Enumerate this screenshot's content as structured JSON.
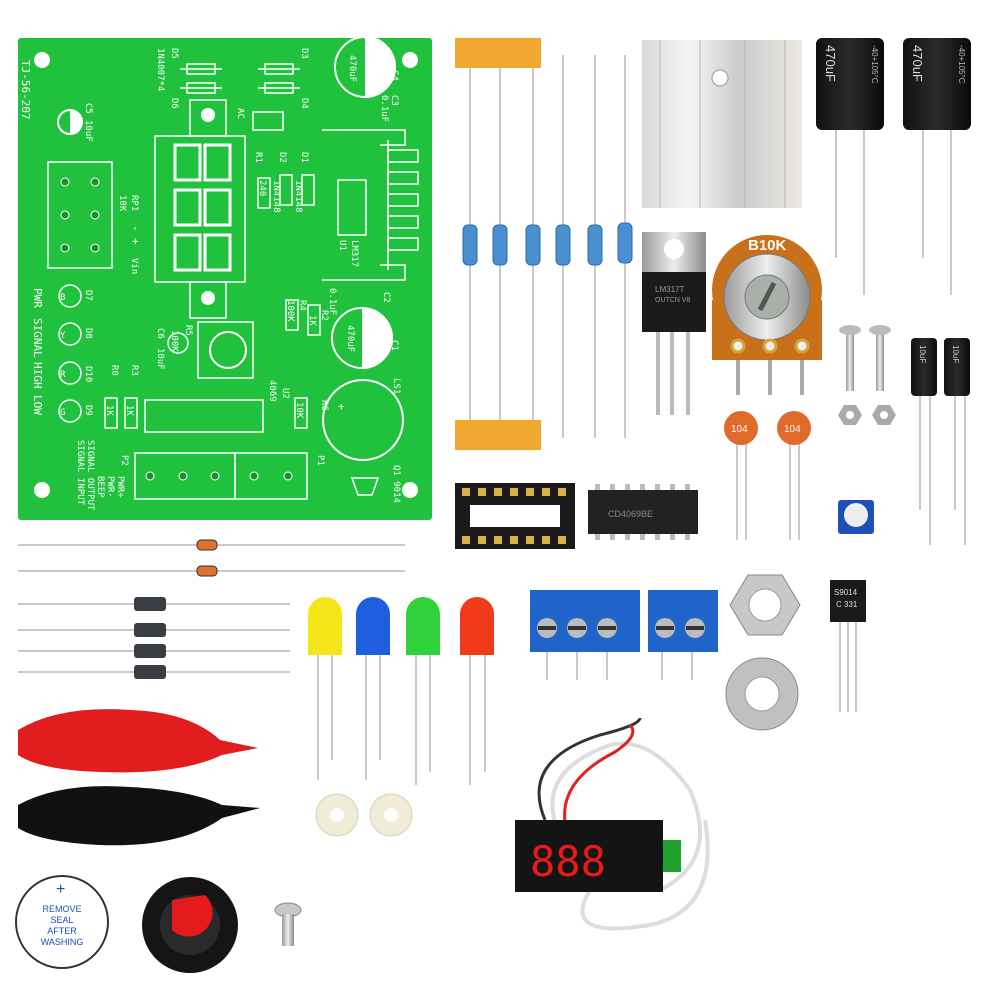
{
  "pcb": {
    "board_id": "TJ-56-207",
    "labels": {
      "d5": "D5",
      "d6": "D6",
      "diode_part": "1N4007*4",
      "d3": "D3",
      "d4": "D4",
      "c4": "C4",
      "c4_value": "470uF",
      "c3": "C3",
      "c3_value": "0.1uF",
      "c5": "C5",
      "c5_value": "10uF",
      "ac": "AC",
      "r1": "R1",
      "r1_value": "240",
      "d2": "D2",
      "d1": "D1",
      "d_part": "1N4148",
      "rp1": "RP1",
      "rp1_value": "10K",
      "minus": "-",
      "plus": "+",
      "vin": "Vin",
      "u1": "U1",
      "u1_part": "LM317",
      "pwr": "PWR",
      "signal": "SIGNAL",
      "high": "HIGH",
      "low": "LOW",
      "d7": "D7",
      "d8": "D8",
      "d10": "D10",
      "d9": "D9",
      "led_b": "B",
      "led_y": "Y",
      "led_r": "R",
      "led_g": "G",
      "r4": "R4",
      "r4_value": "100K",
      "r2": "R2",
      "r2_value": "1K",
      "c2": "C2",
      "c2_value": "0.1uF",
      "c1": "C1",
      "c1_value": "470uF",
      "r5": "R5",
      "r5_value": "100K",
      "c6": "C6",
      "c6_value": "10uF",
      "r0": "R0",
      "r3": "R3",
      "r_value_1k": "1K",
      "u2": "U2",
      "u2_part": "4069",
      "r6": "R6",
      "r6_value": "10K",
      "ls1": "LS1",
      "q1": "Q1 9014",
      "p2": "P2",
      "p1": "P1",
      "pin_pwr_plus": "PWR+",
      "pin_pwr_minus": "PWR-",
      "pin_beep": "BEEP",
      "pin_signal_output": "SIGNAL OUTPUT",
      "pin_signal_input": "SIGNAL INPUT"
    }
  },
  "components": {
    "cap_470_label": "470uF",
    "cap_470_temp": "-40+105°C",
    "regulator_label": "LM317T",
    "regulator_code": "OUTCN V8",
    "pot_label": "B10K",
    "ceramic_cap_label": "104",
    "small_cap_label": "10uF",
    "ic_label": "CD4069BE",
    "transistor_label": "S9014",
    "transistor_code": "C 331",
    "voltmeter_display": "888",
    "buzzer_text": [
      "REMOVE",
      "SEAL",
      "AFTER",
      "WASHING"
    ],
    "buzzer_plus": "+"
  },
  "colors": {
    "pcb_green": "#20c13c",
    "resistor_blue": "#4a8fd0",
    "tape_orange": "#f0a830",
    "terminal_blue": "#1f64c8",
    "led_yellow": "#f5e61a",
    "led_blue": "#1e5fe0",
    "led_green": "#2fd23a",
    "led_red": "#f03a1a"
  }
}
